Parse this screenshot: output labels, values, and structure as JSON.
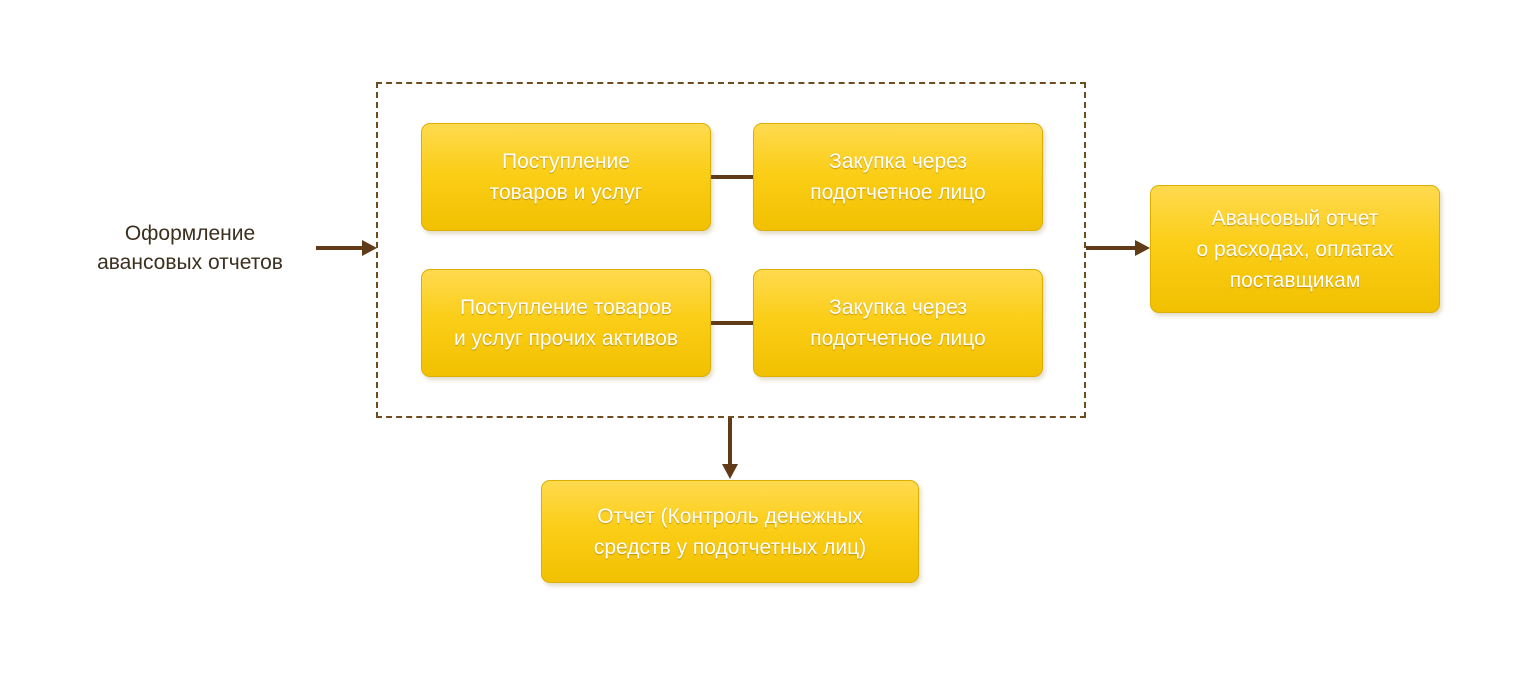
{
  "diagram": {
    "left_label": {
      "line1": "Оформление",
      "line2": "авансовых отчетов"
    },
    "group_boxes": [
      {
        "lines": [
          "Поступление",
          "товаров и услуг"
        ]
      },
      {
        "lines": [
          "Закупка через",
          "подотчетное лицо"
        ]
      },
      {
        "lines": [
          "Поступление товаров",
          "и услуг прочих активов"
        ]
      },
      {
        "lines": [
          "Закупка через",
          "подотчетное лицо"
        ]
      }
    ],
    "right_box": {
      "lines": [
        "Авансовый отчет",
        "о расходах, оплатах",
        "поставщикам"
      ]
    },
    "bottom_box": {
      "lines": [
        "Отчет (Контроль денежных",
        "средств у подотчетных лиц)"
      ]
    },
    "colors": {
      "box_fill_top": "#FFDA4F",
      "box_fill_mid": "#FBCE18",
      "box_fill_bottom": "#F1C000",
      "box_border": "#DCAF00",
      "box_text": "#FFFFFF",
      "arrow": "#5F3B18",
      "dashed_border": "#6F4B20",
      "label_text": "#3C2F1E",
      "background": "#FFFFFF"
    }
  }
}
